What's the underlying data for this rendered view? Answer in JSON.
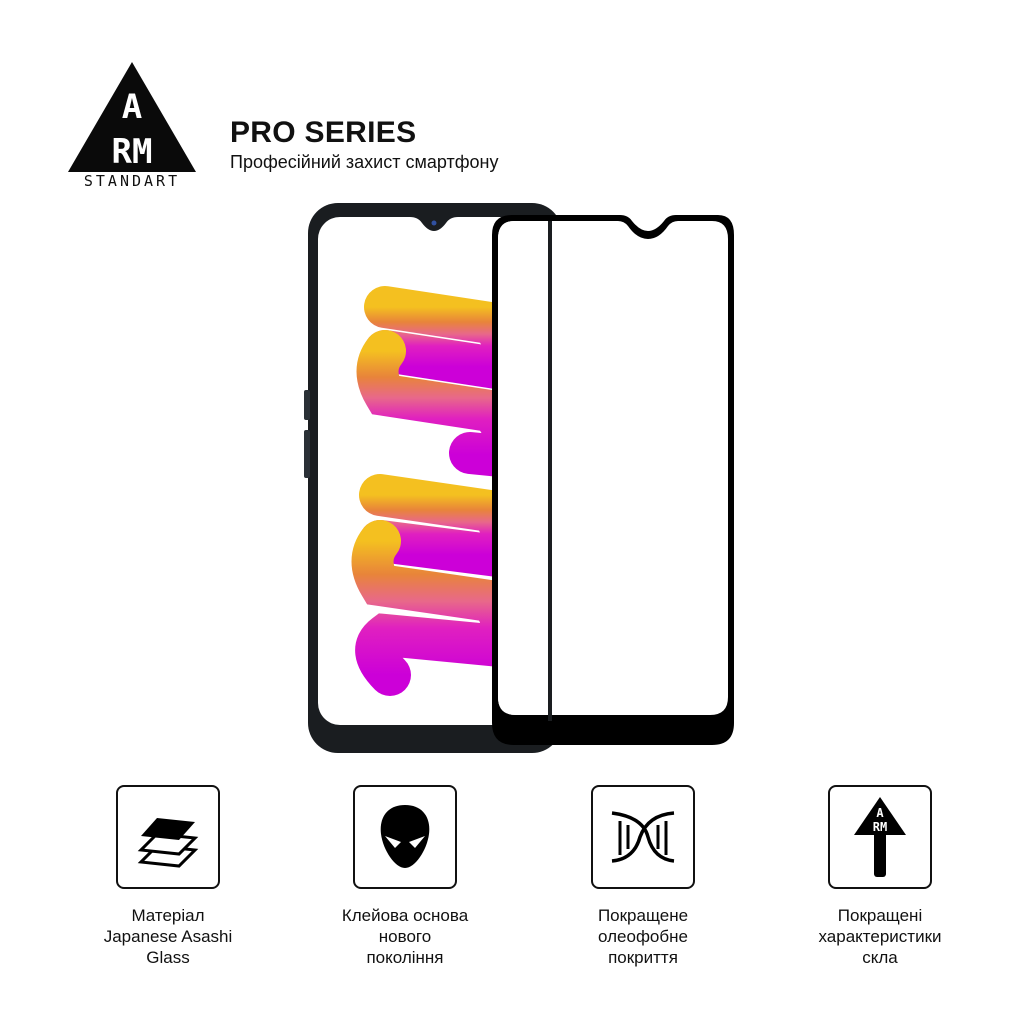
{
  "brand": {
    "logo_letters_top": "A",
    "logo_letters_bottom": "RM",
    "logo_word": "STANDART"
  },
  "header": {
    "title": "PRO SERIES",
    "subtitle": "Професійний захист смартфону"
  },
  "product": {
    "phone_alt": "smartphone-with-screen-protector",
    "glass_frame_color": "#000000",
    "wallpaper_colors": [
      "#f2b41c",
      "#e8823c",
      "#e8648c",
      "#e020c8",
      "#d800e0"
    ]
  },
  "features": [
    {
      "icon": "layers-icon",
      "lines": [
        "Матеріал",
        "Japanese Asashi",
        "Glass"
      ]
    },
    {
      "icon": "mask-icon",
      "lines": [
        "Клейова основа",
        "нового",
        "покоління"
      ]
    },
    {
      "icon": "dna-icon",
      "lines": [
        "Покращене",
        "олеофобне",
        "покриття"
      ]
    },
    {
      "icon": "arm-arrow-icon",
      "lines": [
        "Покращені",
        "характеристики",
        "скла"
      ]
    }
  ]
}
